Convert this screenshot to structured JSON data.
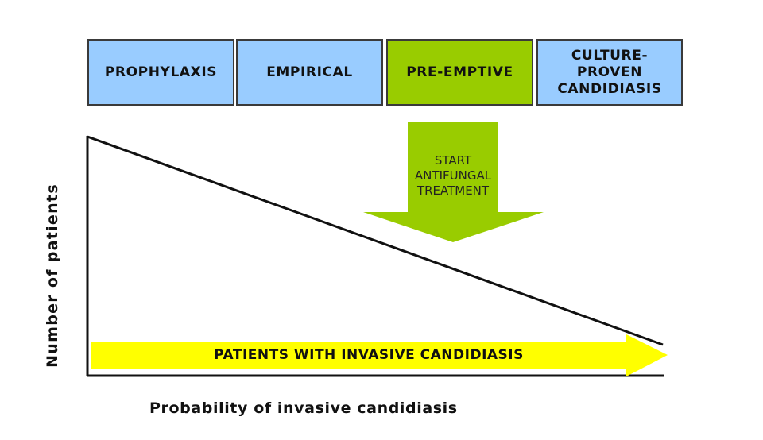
{
  "phases": [
    {
      "label": "PROPHYLAXIS",
      "color": "#99ccff"
    },
    {
      "label": "EMPIRICAL",
      "color": "#99ccff"
    },
    {
      "label": "PRE-EMPTIVE",
      "color": "#99cc00"
    },
    {
      "label": "CULTURE-\nPROVEN\nCANDIDIASIS",
      "color": "#99ccff"
    }
  ],
  "treatment_arrow": {
    "label": "START\nANTIFUNGAL\nTREATMENT",
    "color": "#99cc00"
  },
  "patients_band": {
    "label": "PATIENTS WITH INVASIVE CANDIDIASIS",
    "color": "#ffff00"
  },
  "axes": {
    "y_label": "Number of patients",
    "x_label": "Probability of invasive candidiasis"
  }
}
